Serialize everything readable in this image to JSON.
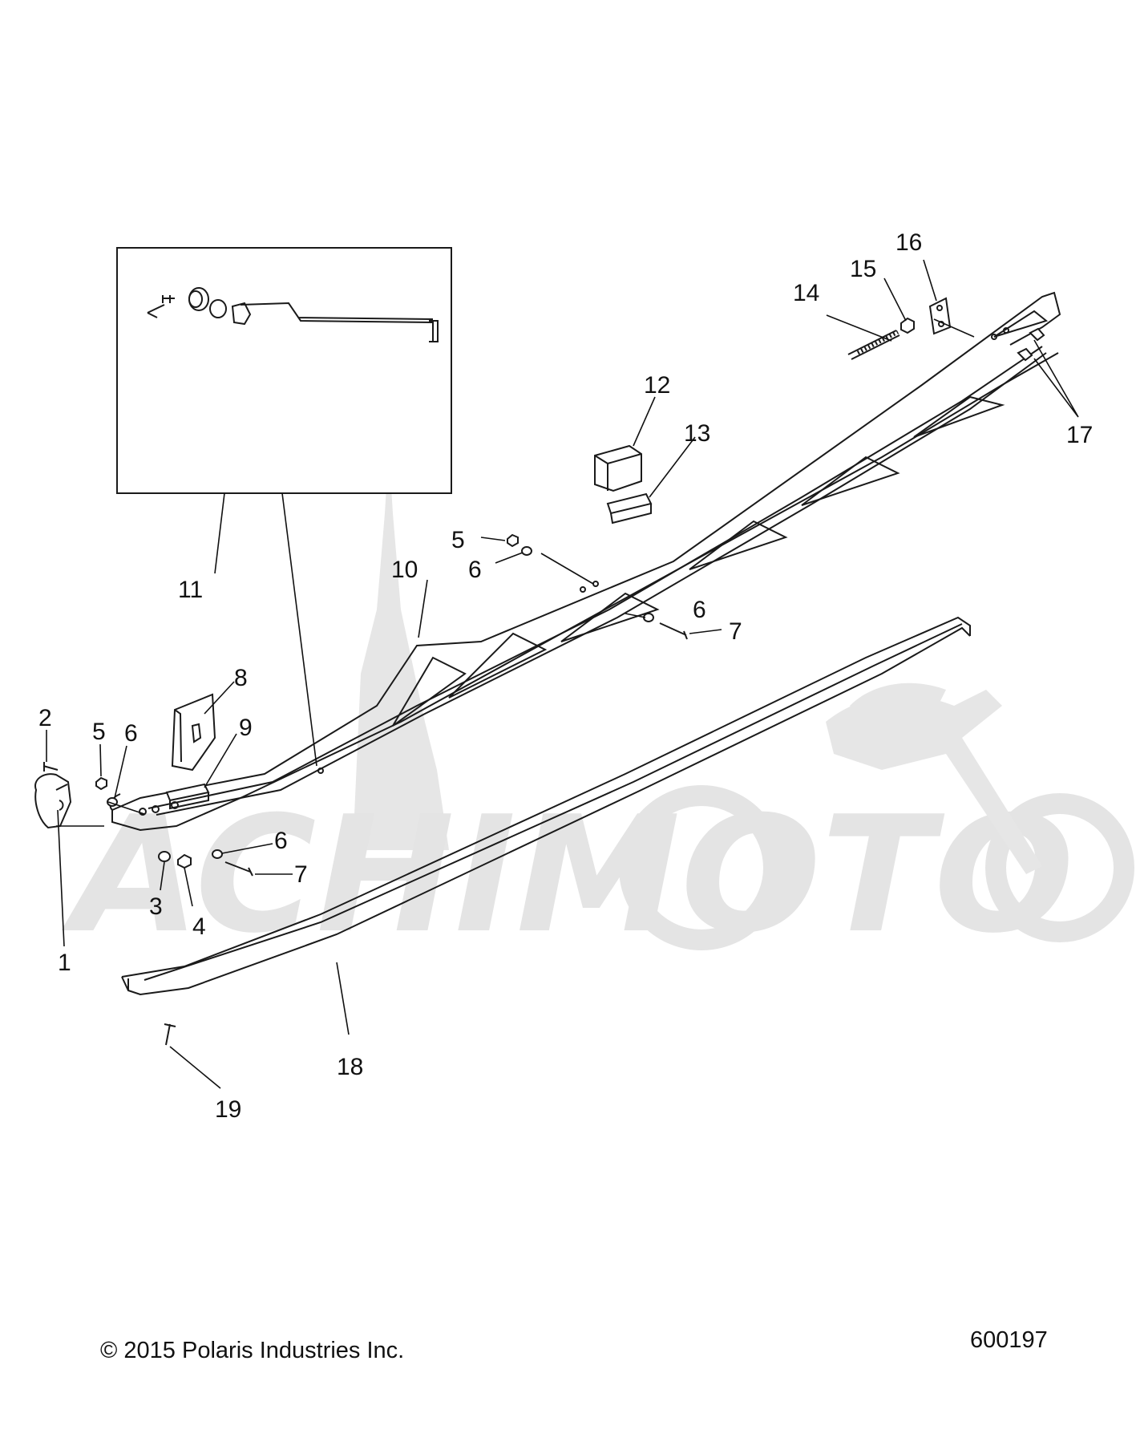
{
  "callouts": [
    {
      "id": "1",
      "label": "1"
    },
    {
      "id": "2",
      "label": "2"
    },
    {
      "id": "3",
      "label": "3"
    },
    {
      "id": "4",
      "label": "4"
    },
    {
      "id": "5a",
      "label": "5"
    },
    {
      "id": "5b",
      "label": "5"
    },
    {
      "id": "6a",
      "label": "6"
    },
    {
      "id": "6b",
      "label": "6"
    },
    {
      "id": "6c",
      "label": "6"
    },
    {
      "id": "6d",
      "label": "6"
    },
    {
      "id": "7a",
      "label": "7"
    },
    {
      "id": "7b",
      "label": "7"
    },
    {
      "id": "8",
      "label": "8"
    },
    {
      "id": "9",
      "label": "9"
    },
    {
      "id": "10",
      "label": "10"
    },
    {
      "id": "11",
      "label": "11"
    },
    {
      "id": "12",
      "label": "12"
    },
    {
      "id": "13",
      "label": "13"
    },
    {
      "id": "14",
      "label": "14"
    },
    {
      "id": "15",
      "label": "15"
    },
    {
      "id": "16",
      "label": "16"
    },
    {
      "id": "17",
      "label": "17"
    },
    {
      "id": "18",
      "label": "18"
    },
    {
      "id": "19",
      "label": "19"
    }
  ],
  "footer": {
    "copyright": "© 2015 Polaris Industries Inc.",
    "diagram_number": "600197"
  },
  "watermark": {
    "text": "ACHIMOTO"
  }
}
